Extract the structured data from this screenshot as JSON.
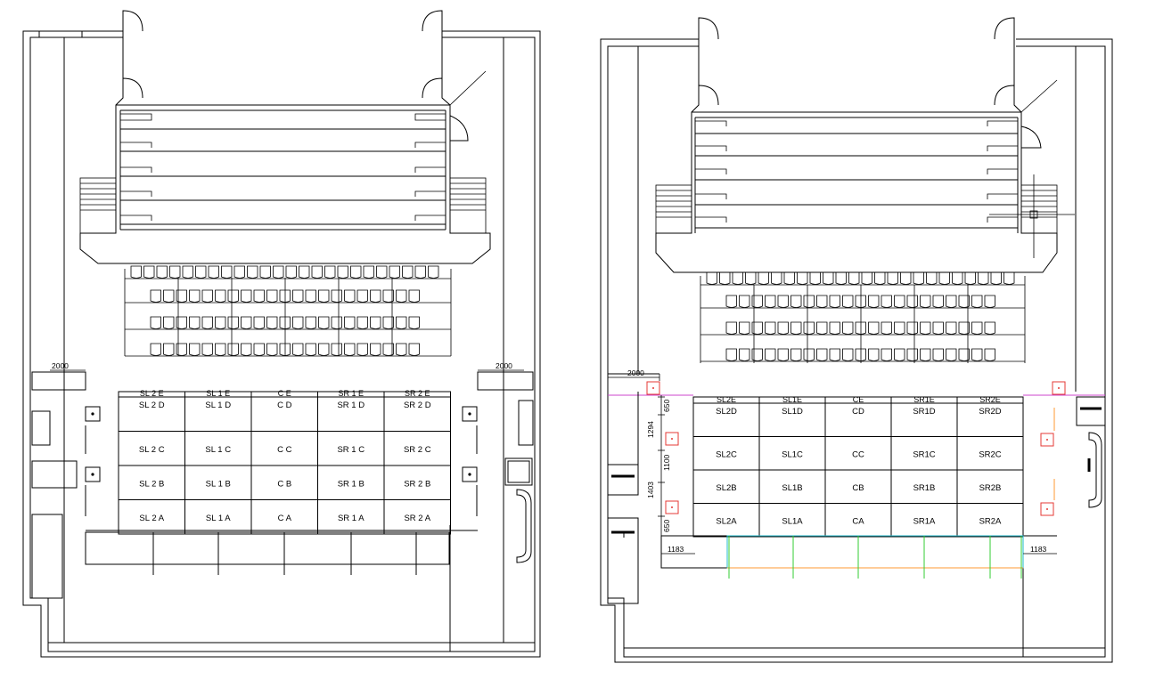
{
  "colors": {
    "line": "#000000",
    "marker": "#e53935",
    "magenta": "#cc44cc",
    "orange": "#ff9933",
    "cyan": "#22bbcc",
    "green": "#33cc33"
  },
  "grid": {
    "header_row": [
      "SL 2 E",
      "SL 1 E",
      "C E",
      "SR 1 E",
      "SR 2 E"
    ],
    "rows_left": [
      [
        "SL 2 D",
        "SL 1 D",
        "C D",
        "SR 1 D",
        "SR 2 D"
      ],
      [
        "SL 2 C",
        "SL 1 C",
        "C C",
        "SR 1 C",
        "SR 2 C"
      ],
      [
        "SL 2 B",
        "SL 1 B",
        "C B",
        "SR 1 B",
        "SR 2 B"
      ],
      [
        "SL 2 A",
        "SL 1 A",
        "C A",
        "SR 1 A",
        "SR 2 A"
      ]
    ],
    "rows_right": [
      [
        "SL2D",
        "SL1D",
        "CD",
        "SR1D",
        "SR2D"
      ],
      [
        "SL2C",
        "SL1C",
        "CC",
        "SR1C",
        "SR2C"
      ],
      [
        "SL2B",
        "SL1B",
        "CB",
        "SR1B",
        "SR2B"
      ],
      [
        "SL2A",
        "SL1A",
        "CA",
        "SR1A",
        "SR2A"
      ]
    ],
    "header_row_right": [
      "SL2E",
      "SL1E",
      "CE",
      "SR1E",
      "SR2E"
    ]
  },
  "dimensions": {
    "left_2000_a": "2000",
    "left_2000_b": "2000",
    "right_2000": "2000",
    "d650_top": "650",
    "d1294": "1294",
    "d1100": "1100",
    "d1403": "1403",
    "d650_bottom": "650",
    "d1183_left": "1183",
    "d1183_right": "1183"
  }
}
